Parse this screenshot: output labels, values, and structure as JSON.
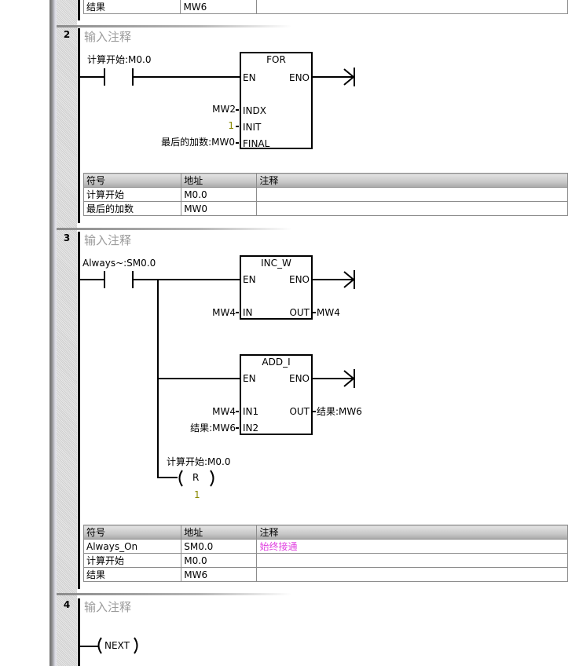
{
  "network1_tail": {
    "rows": [
      {
        "symbol": "结果",
        "address": "MW6",
        "comment": ""
      }
    ]
  },
  "networks": [
    {
      "number": "2",
      "comment_placeholder": "输入注释",
      "contact": {
        "label": "计算开始:M0.0"
      },
      "box": {
        "title": "FOR",
        "en": "EN",
        "eno": "ENO",
        "inputs": [
          {
            "pin": "INDX",
            "operand": "MW2"
          },
          {
            "pin": "INIT",
            "operand": "1"
          },
          {
            "pin": "FINAL",
            "operand": "最后的加数:MW0"
          }
        ]
      },
      "symbol_table": {
        "headers": [
          "符号",
          "地址",
          "注释"
        ],
        "rows": [
          {
            "symbol": "计算开始",
            "address": "M0.0",
            "comment": ""
          },
          {
            "symbol": "最后的加数",
            "address": "MW0",
            "comment": ""
          }
        ]
      }
    },
    {
      "number": "3",
      "comment_placeholder": "输入注释",
      "contact": {
        "label": "Always~:SM0.0"
      },
      "box1": {
        "title": "INC_W",
        "en": "EN",
        "eno": "ENO",
        "in_pin": "IN",
        "in_operand": "MW4",
        "out_pin": "OUT",
        "out_operand": "MW4"
      },
      "box2": {
        "title": "ADD_I",
        "en": "EN",
        "eno": "ENO",
        "in1_pin": "IN1",
        "in1_operand": "MW4",
        "in2_pin": "IN2",
        "in2_operand": "结果:MW6",
        "out_pin": "OUT",
        "out_operand": "结果:MW6"
      },
      "coil": {
        "label": "计算开始:M0.0",
        "type": "R",
        "count": "1"
      },
      "symbol_table": {
        "headers": [
          "符号",
          "地址",
          "注释"
        ],
        "rows": [
          {
            "symbol": "Always_On",
            "address": "SM0.0",
            "comment": "始终接通"
          },
          {
            "symbol": "计算开始",
            "address": "M0.0",
            "comment": ""
          },
          {
            "symbol": "结果",
            "address": "MW6",
            "comment": ""
          }
        ]
      }
    },
    {
      "number": "4",
      "comment_placeholder": "输入注释",
      "coil": {
        "type": "NEXT"
      }
    }
  ],
  "colors": {
    "comment_text": "#e040e0",
    "constant_text": "#8a8a00",
    "placeholder_text": "#9a9a9a"
  }
}
